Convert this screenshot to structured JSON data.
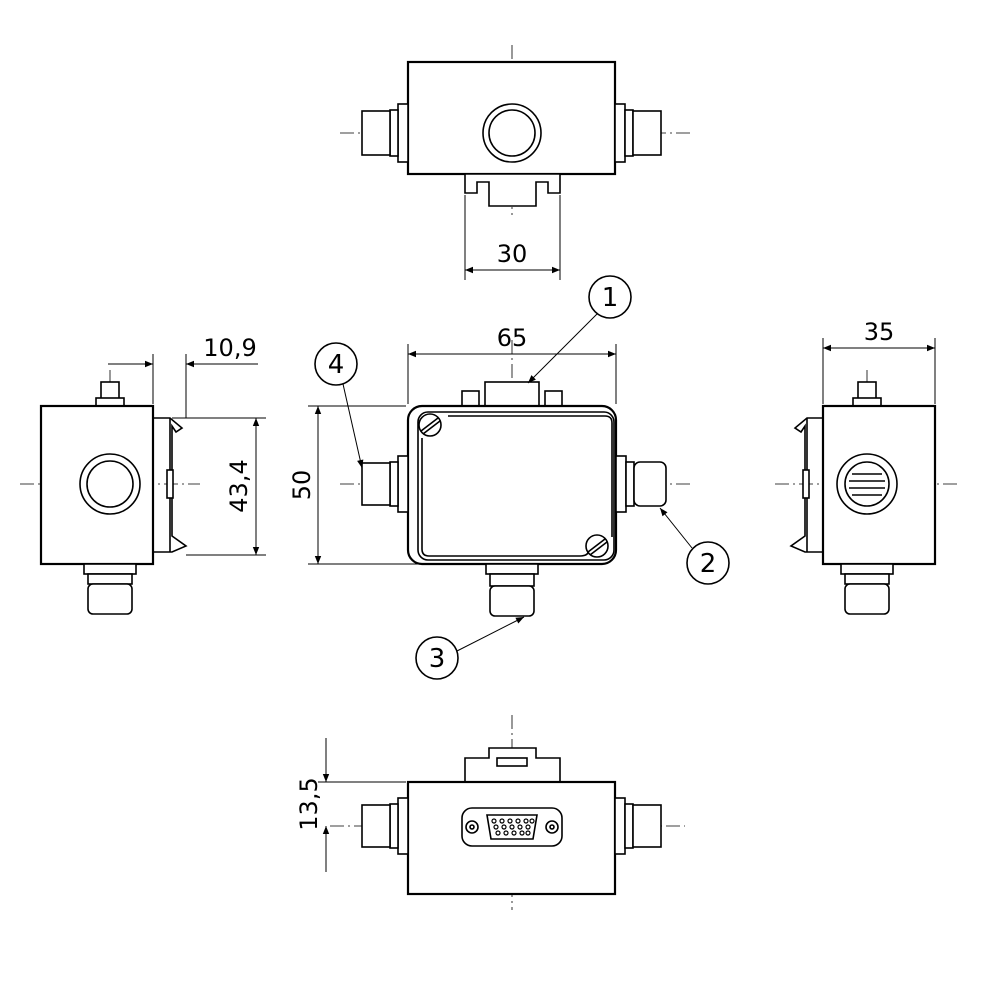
{
  "dimensions": {
    "top_width": "30",
    "front_width": "65",
    "front_height": "50",
    "left_depth": "10,9",
    "left_height": "43,4",
    "right_width": "35",
    "bottom_height": "13,5"
  },
  "callouts": {
    "c1": "1",
    "c2": "2",
    "c3": "3",
    "c4": "4"
  }
}
